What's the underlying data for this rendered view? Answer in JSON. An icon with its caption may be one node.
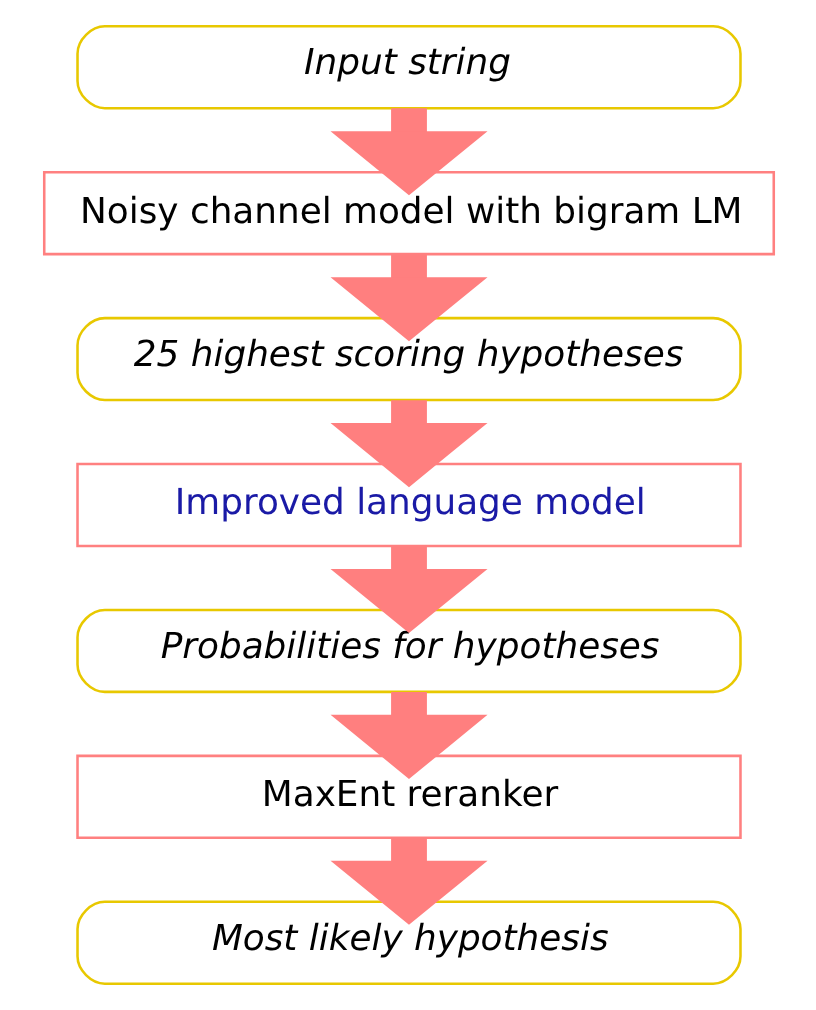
{
  "diagram": {
    "nodes": [
      {
        "text": [
          "Input string"
        ]
      },
      {
        "text": [
          "Noisy channel model with bigram LM"
        ]
      },
      {
        "text": [
          "25 highest scoring hypotheses"
        ]
      },
      {
        "text": [
          "Improved language model"
        ]
      },
      {
        "text": [
          "Probabilities for hypotheses"
        ]
      },
      {
        "text": [
          "MaxEnt reranker"
        ]
      },
      {
        "text": [
          "Most likely hypothesis"
        ]
      }
    ],
    "edges": [
      {
        "from": 0,
        "to": 1,
        "arrow": "to"
      },
      {
        "from": 1,
        "to": 2,
        "arrow": "to"
      },
      {
        "from": 2,
        "to": 3,
        "arrow": "to"
      },
      {
        "from": 3,
        "to": 4,
        "arrow": "to"
      },
      {
        "from": 4,
        "to": 5,
        "arrow": "to"
      },
      {
        "from": 5,
        "to": 6,
        "arrow": "to"
      }
    ]
  }
}
